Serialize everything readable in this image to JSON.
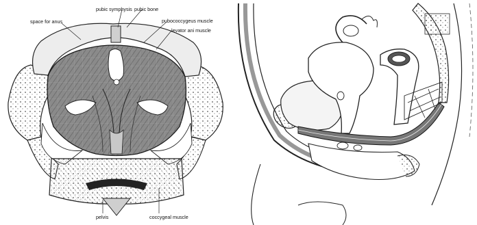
{
  "labels": {
    "pubic_symphysis": "pubic symphysis",
    "pubic_bone": "pubic bone",
    "space_for_anus": "space for anus",
    "pubococcygeus": "pubococcygeus muscle",
    "levator_ani": "levator ani muscle",
    "pelvis": "pelvis",
    "coccygeal_muscle": "coccygeal muscle"
  }
}
